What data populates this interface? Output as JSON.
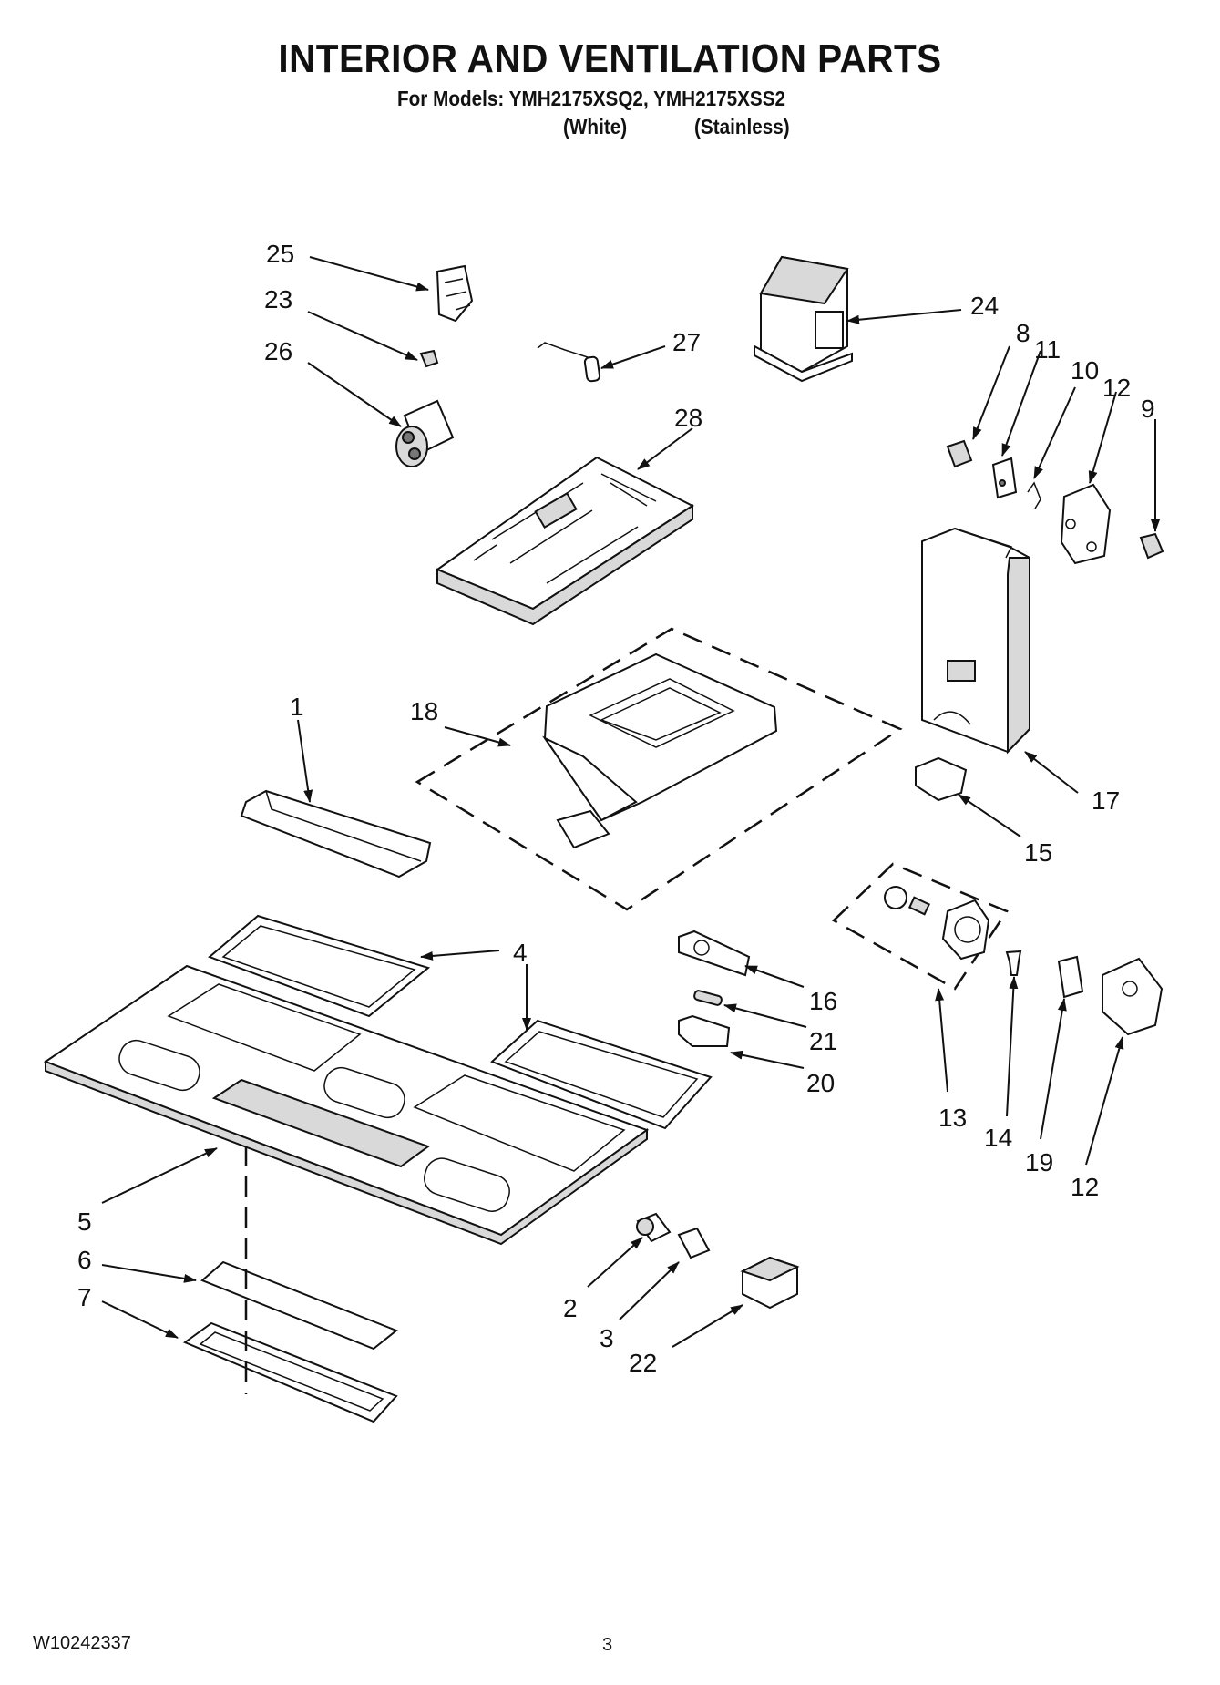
{
  "header": {
    "title": "INTERIOR AND VENTILATION PARTS",
    "models": "For Models: YMH2175XSQ2, YMH2175XSS2",
    "variant_1": "(White)",
    "variant_2": "(Stainless)"
  },
  "footer": {
    "doc_number": "W10242337",
    "page_number": "3"
  },
  "callouts": [
    "25",
    "23",
    "26",
    "27",
    "24",
    "28",
    "8",
    "11",
    "10",
    "12",
    "9",
    "1",
    "18",
    "17",
    "15",
    "4",
    "16",
    "21",
    "20",
    "13",
    "14",
    "19",
    "12",
    "5",
    "6",
    "7",
    "2",
    "3",
    "22"
  ]
}
